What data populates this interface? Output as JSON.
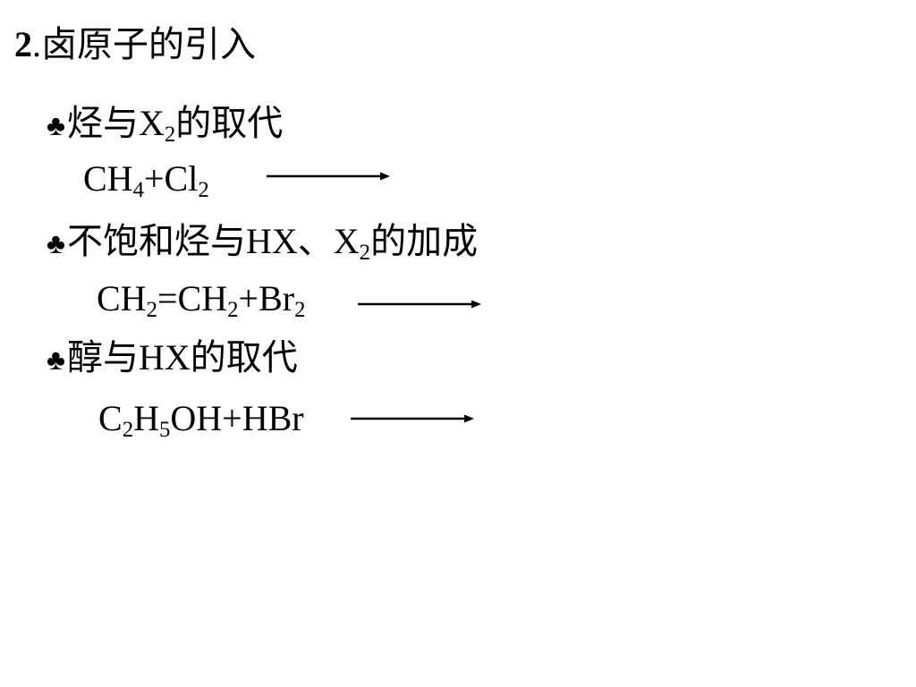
{
  "title": {
    "number": "2",
    "dot": ".",
    "text": "卤原子的引入"
  },
  "items": [
    {
      "bullet": "♣",
      "heading": {
        "a": "烃与X",
        "sub": "2",
        "b": "的取代"
      },
      "equation": {
        "p1": "CH",
        "s1": "4",
        "p2": "+Cl",
        "s2": "2"
      }
    },
    {
      "bullet": "♣",
      "heading": {
        "a": "不饱和烃与HX、X",
        "sub": "2",
        "b": "的加成"
      },
      "equation": {
        "p1": "CH",
        "s1": "2",
        "p2": "=CH",
        "s2": "2",
        "p3": "+Br",
        "s3": "2"
      }
    },
    {
      "bullet": "♣",
      "heading": {
        "a": "醇与HX的取代"
      },
      "equation": {
        "p1": "C",
        "s1": "2",
        "p2": "H",
        "s2": "5",
        "p3": "OH+HBr"
      }
    }
  ]
}
